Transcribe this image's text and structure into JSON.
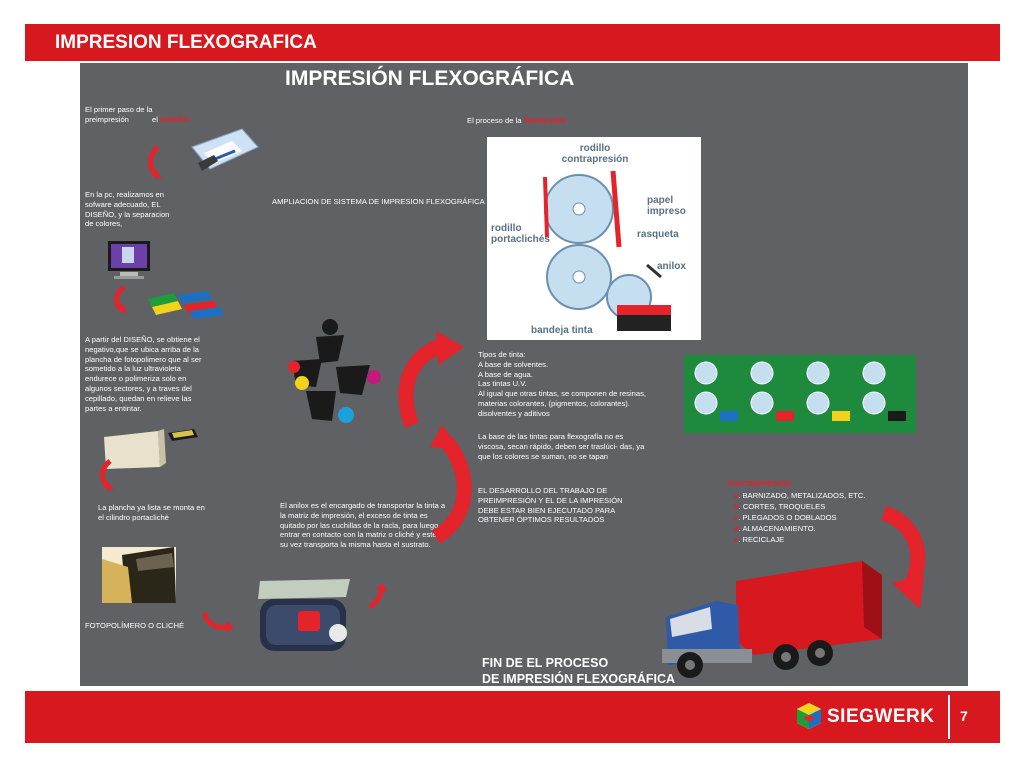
{
  "header": {
    "title": "IMPRESION FLEXOGRAFICA"
  },
  "slide": {
    "heading": "IMPRESIÓN FLEXOGRÁFICA",
    "step1_pre": "El primer paso de la preimpresión",
    "step1_el": "el",
    "step1_red": "DISEÑO.",
    "step2": "En la pc, realizamos en sofware adecuado, EL DISEÑO, y la separacion de colores,",
    "step3": "A partir del DISEÑO, se obtiene el negativo,que se ubica arriba de la plancha de fotopolimero que al ser sometido a la luz ultravioleta endurece o polimeriza solo en algunos sectores, y a traves del cepillado, quedan en relieve las partes a entintar.",
    "step4": "La plancha ya lista se monta en el cilindro portaclichè",
    "fotopolimero": "FOTOPOLÍMERO O CLICHÉ",
    "anilox_text": "El anilox es el encargado de transportar la tinta a la matriz de impresión, el exceso de tinta es quitado por las cuchillas de la racla, para luego entrar en contacto con la matriz o cliché y este a su vez transporta la misma hasta el sustrato.",
    "ampliacion": "AMPLIACION DE SISTEMA DE IMPRESION FLEXOGRÁFICA",
    "proceso_pre": "El proceso de la",
    "proceso_red": "IMPRESIÓN",
    "diagram": {
      "contrapresion": "rodillo contrapresión",
      "papel": "papel impreso",
      "portacliches": "rodillo portaclichés",
      "rasqueta": "rasqueta",
      "anilox": "anilox",
      "bandeja": "bandeja tinta"
    },
    "tintas": "Tipos de tinta:\nA base de solventes.\nA base de agua.\nLas tintas U.V.\nAl igual que otras tintas, se componen de resinas, materias colorantes, (pigmentos, colorantes). disolventes y aditivos",
    "base_tintas": "La base de las tintas para flexografía no es viscosa, secan rápido, deben ser traslúci- das, ya que los colores se suman, no se tapan",
    "desarrollo": "EL DESARROLLO DEL TRABAJO DE PREIMPRESIÓN Y EL DE LA IMPRESIÓN DEBE ESTAR BIEN EJECUTADO PARA OBTENER ÓPTIMOS RESULTADOS",
    "postimpresion": {
      "title": "POSTIMPRESIÓN",
      "items": [
        {
          "letter": "a",
          "text": "BARNIZADO, METALIZADOS, ETC."
        },
        {
          "letter": "b",
          "text": "CORTES, TROQUELES"
        },
        {
          "letter": "c",
          "text": "PLEGADOS O DOBLADOS"
        },
        {
          "letter": "d",
          "text": "ALMACENAMIENTO."
        },
        {
          "letter": "e",
          "text": "RECICLAJE"
        }
      ]
    },
    "fin_line1": "FIN DE EL PROCESO",
    "fin_line2": "DE IMPRESIÓN FLEXOGRÁFICA"
  },
  "footer": {
    "brand": "SIEGWERK",
    "page_number": "7"
  },
  "colors": {
    "brand_red": "#d7191f",
    "slide_gray": "#5f6165",
    "accent_red": "#e4232b",
    "green": "#1e8a3d"
  }
}
